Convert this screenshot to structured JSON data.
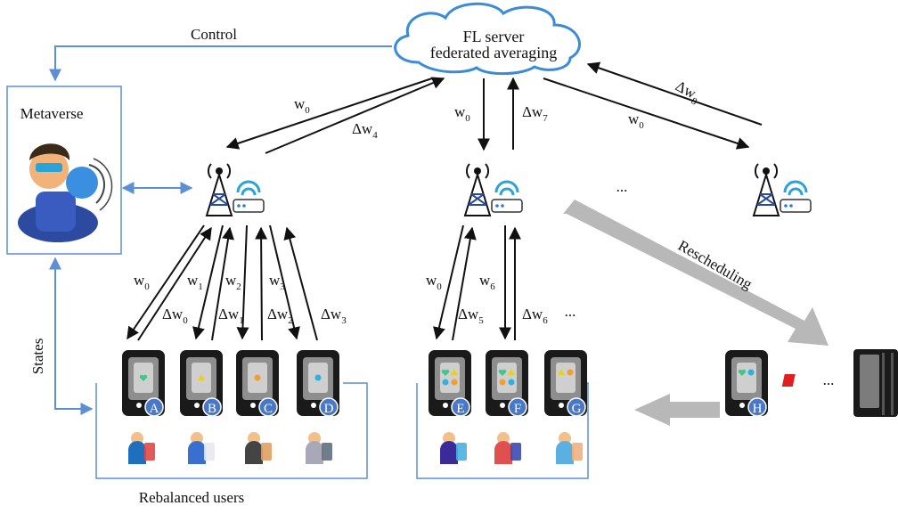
{
  "server": {
    "line1": "FL server",
    "line2": "federated averaging"
  },
  "labels": {
    "control": "Control",
    "metaverse": "Metaverse",
    "states": "States",
    "rescheduling": "Rescheduling",
    "rebalanced": "Rebalanced users",
    "ellipsis": "..."
  },
  "global_links": [
    {
      "w": "w",
      "sub": "0"
    },
    {
      "w": "Δw",
      "sub": "4"
    },
    {
      "w": "w",
      "sub": "0"
    },
    {
      "w": "Δw",
      "sub": "7"
    },
    {
      "w": "w",
      "sub": "0"
    },
    {
      "w": "Δw",
      "sub": "8"
    }
  ],
  "local_links": [
    {
      "down": "0",
      "up": "0"
    },
    {
      "down": "1",
      "up": "1"
    },
    {
      "down": "2",
      "up": "2"
    },
    {
      "down": "3",
      "up": "3"
    },
    {
      "down": "0",
      "up": "5"
    },
    {
      "down": "6",
      "up": "6"
    }
  ],
  "devices": [
    "A",
    "B",
    "C",
    "D",
    "E",
    "F",
    "G",
    "H"
  ],
  "colors": {
    "blue_line": "#5b8fd6",
    "badge": "#4a78c9",
    "gray_arrow": "#b8b8b8",
    "phone": "#1a1a1a",
    "screen": "#8e8e8e",
    "cloud_stroke": "#3a8bd8"
  },
  "icons": [
    "metaverse-user-icon",
    "cell-tower-icon",
    "wifi-router-icon",
    "smartphone-icon",
    "user-avatar-icon",
    "server-rack-icon"
  ]
}
